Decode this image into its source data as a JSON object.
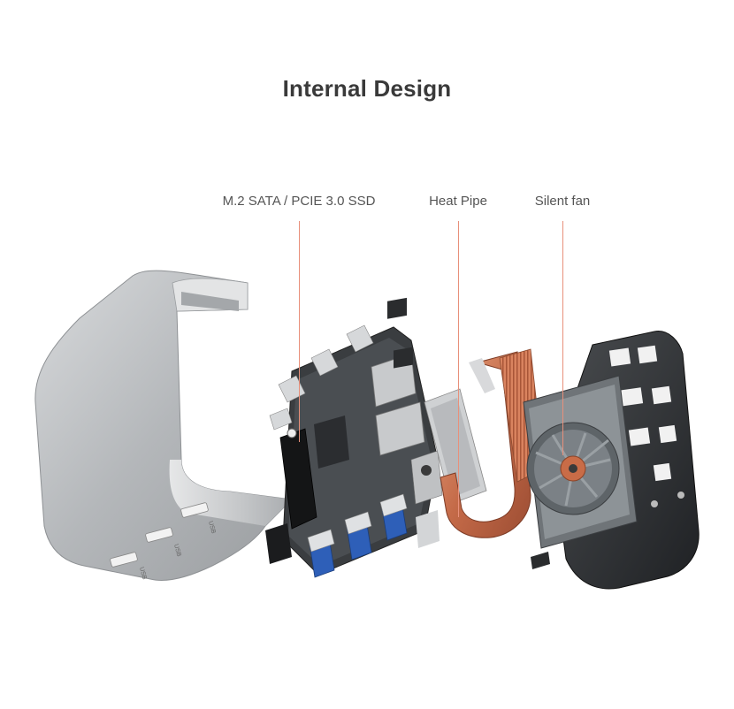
{
  "title": "Internal Design",
  "callouts": [
    {
      "label": "M.2 SATA / PCIE 3.0 SSD"
    },
    {
      "label": "Heat Pipe"
    },
    {
      "label": "Silent fan"
    }
  ],
  "port_labels": {
    "usb": "USB"
  },
  "colors": {
    "leader_line": "#e8907a",
    "copper": "#c8704f",
    "shell": "#b9bcbf",
    "board": "#3a3d40",
    "usb_blue": "#2e5fb8"
  }
}
